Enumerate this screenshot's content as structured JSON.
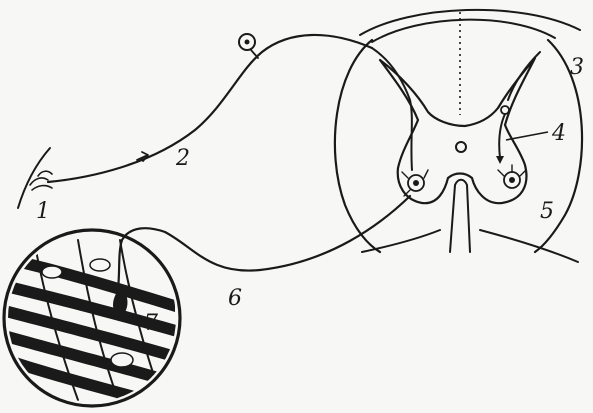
{
  "labels": {
    "l1": "1",
    "l2": "2",
    "l3": "3",
    "l4": "4",
    "l5": "5",
    "l6": "6",
    "l7": "7"
  },
  "colors": {
    "ink": "#1a1a1a",
    "paper": "#f7f7f5"
  }
}
